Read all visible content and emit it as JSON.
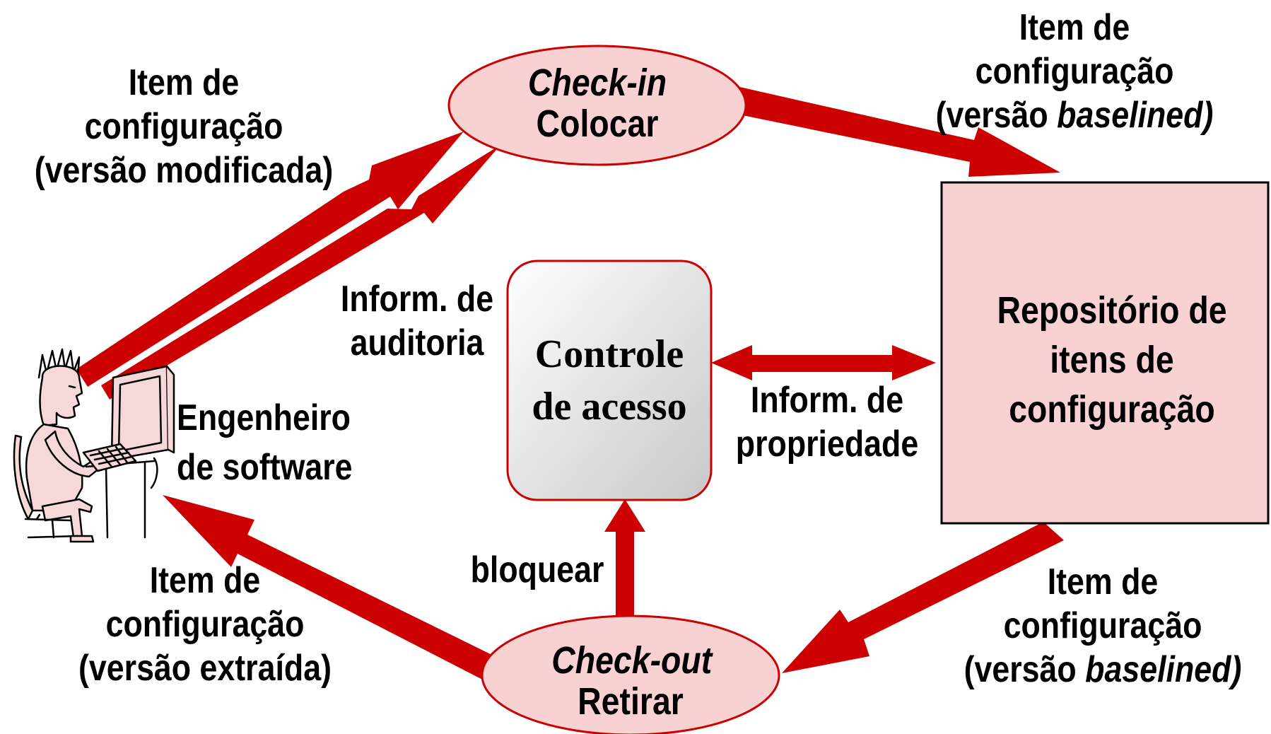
{
  "colors": {
    "arrow": "#cc0000",
    "node_fill": "#f8d2d2",
    "node_stroke": "#cc0000",
    "access_gradient_start": "#ffffff",
    "access_gradient_end": "#c8c8c8",
    "engineer_fill": "#f7d8d8"
  },
  "nodes": {
    "checkin": {
      "line1": "Check-in",
      "line2": "Colocar"
    },
    "checkout": {
      "line1": "Check-out",
      "line2": "Retirar"
    },
    "access": {
      "line1": "Controle",
      "line2": "de acesso"
    },
    "repository": {
      "line1": "Repositório de",
      "line2": "itens de",
      "line3": "configuração"
    },
    "engineer": {
      "line1": "Engenheiro",
      "line2": "de software",
      "icon": "engineer-at-computer-icon"
    }
  },
  "edge_labels": {
    "modified": {
      "line1": "Item de",
      "line2": "configuração",
      "line3": "(versão modificada)"
    },
    "baselined_in": {
      "line1": "Item de",
      "line2": "configuração",
      "line3_prefix": "(versão ",
      "line3_italic": "baselined)"
    },
    "baselined_out": {
      "line1": "Item de",
      "line2": "configuração",
      "line3_prefix": "(versão ",
      "line3_italic": "baselined)"
    },
    "extracted": {
      "line1": "Item de",
      "line2": "configuração",
      "line3": "(versão extraída)"
    },
    "audit": {
      "line1": "Inform. de",
      "line2": "auditoria"
    },
    "ownership": {
      "line1": "Inform. de",
      "line2": "propriedade"
    },
    "lock": {
      "line1": "bloquear"
    }
  }
}
